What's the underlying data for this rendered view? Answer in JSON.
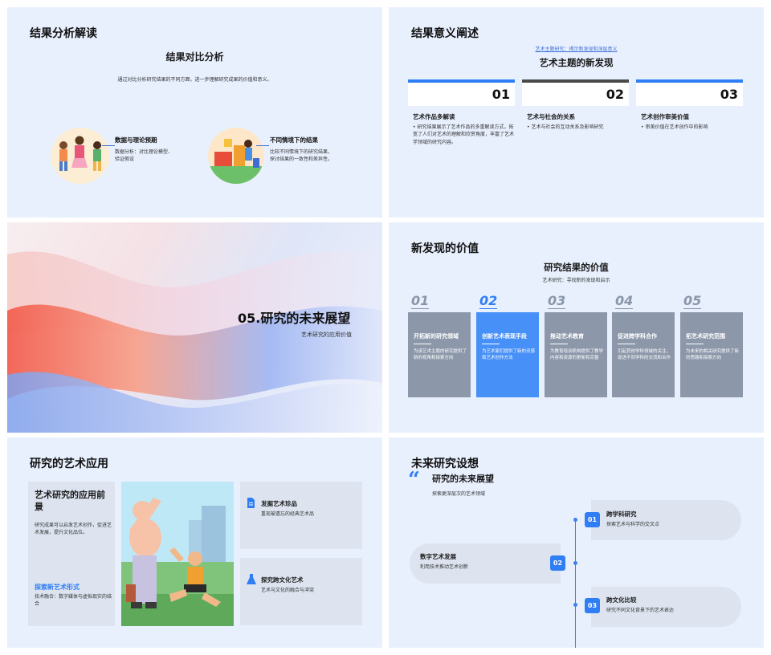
{
  "slide1": {
    "title": "结果分析解读",
    "heading": "结果对比分析",
    "intro": "通过对比分析研究结果的不同方面，进一步理解研究成果的价值和意义。",
    "items": [
      {
        "title": "数据与理论预期",
        "text": "数据分析：对比理论模型、验证假设"
      },
      {
        "title": "不同情境下的结果",
        "text": "比较不同情境下的研究结果，探讨结果的一致性和差异性。"
      }
    ]
  },
  "slide2": {
    "title": "结果意义阐述",
    "link": "艺术主题研究：揭示新发现和深层意义",
    "heading": "艺术主题的新发现",
    "columns": [
      {
        "num": "01",
        "title": "艺术作品多解读",
        "text": "研究结果展示了艺术作品的多重解读方式，拓宽了人们对艺术的理解和欣赏角度，丰富了艺术学领域的研究内容。",
        "bar": "#2f7ef5"
      },
      {
        "num": "02",
        "title": "艺术与社会的关系",
        "text": "艺术与社会的互动关系及影响研究",
        "bar": "#4a4a4a"
      },
      {
        "num": "03",
        "title": "艺术创作审美价值",
        "text": "审美价值在艺术创作中的影响",
        "bar": "#2f7ef5"
      }
    ]
  },
  "slide3": {
    "title": "05.研究的未来展望",
    "subtitle": "艺术研究的应用价值"
  },
  "slide4": {
    "title": "新发现的价值",
    "heading": "研究结果的价值",
    "subtitle": "艺术研究：寻找新的发现和启示",
    "cards": [
      {
        "num": "01",
        "title": "开拓新的研究领域",
        "text": "为该艺术主题的研究提供了新的视角和探索方向",
        "active": false
      },
      {
        "num": "02",
        "title": "创新艺术表现手段",
        "text": "为艺术家们提供了新的灵感和艺术创作方法",
        "active": true
      },
      {
        "num": "03",
        "title": "推动艺术教育",
        "text": "为教育培训机构提供了教学内容和资源的更新和完善",
        "active": false
      },
      {
        "num": "04",
        "title": "促进跨学科合作",
        "text": "引起其他学科领域的关注，促进不同学科的交流和合作",
        "active": false
      },
      {
        "num": "05",
        "title": "拓艺术研究范围",
        "text": "为未来的相关研究提供了新的思路和探索方向",
        "active": false
      }
    ]
  },
  "slide5": {
    "title": "研究的艺术应用",
    "left": {
      "heading": "艺术研究的应用前景",
      "text": "研究成果可以启发艺术创作，促进艺术发展，提升文化品位。",
      "subheading": "探索新艺术形式",
      "subtext": "技术融合：数字媒体与虚拟现实的结合"
    },
    "right": [
      {
        "icon": "document-icon",
        "title": "发掘艺术珍品",
        "text": "重现被遗忘的经典艺术品"
      },
      {
        "icon": "flask-icon",
        "title": "探究跨文化艺术",
        "text": "艺术与文化的融合与冲突"
      }
    ]
  },
  "slide6": {
    "title": "未来研究设想",
    "quote": "“",
    "heading": "研究的未来展望",
    "subtitle": "探索更深层次的艺术领域",
    "items": [
      {
        "num": "01",
        "title": "跨学科研究",
        "text": "探索艺术与科学的交叉点"
      },
      {
        "num": "02",
        "title": "数字艺术发展",
        "text": "利用技术推动艺术创新"
      },
      {
        "num": "03",
        "title": "跨文化比较",
        "text": "研究不同文化背景下的艺术表达"
      }
    ]
  }
}
